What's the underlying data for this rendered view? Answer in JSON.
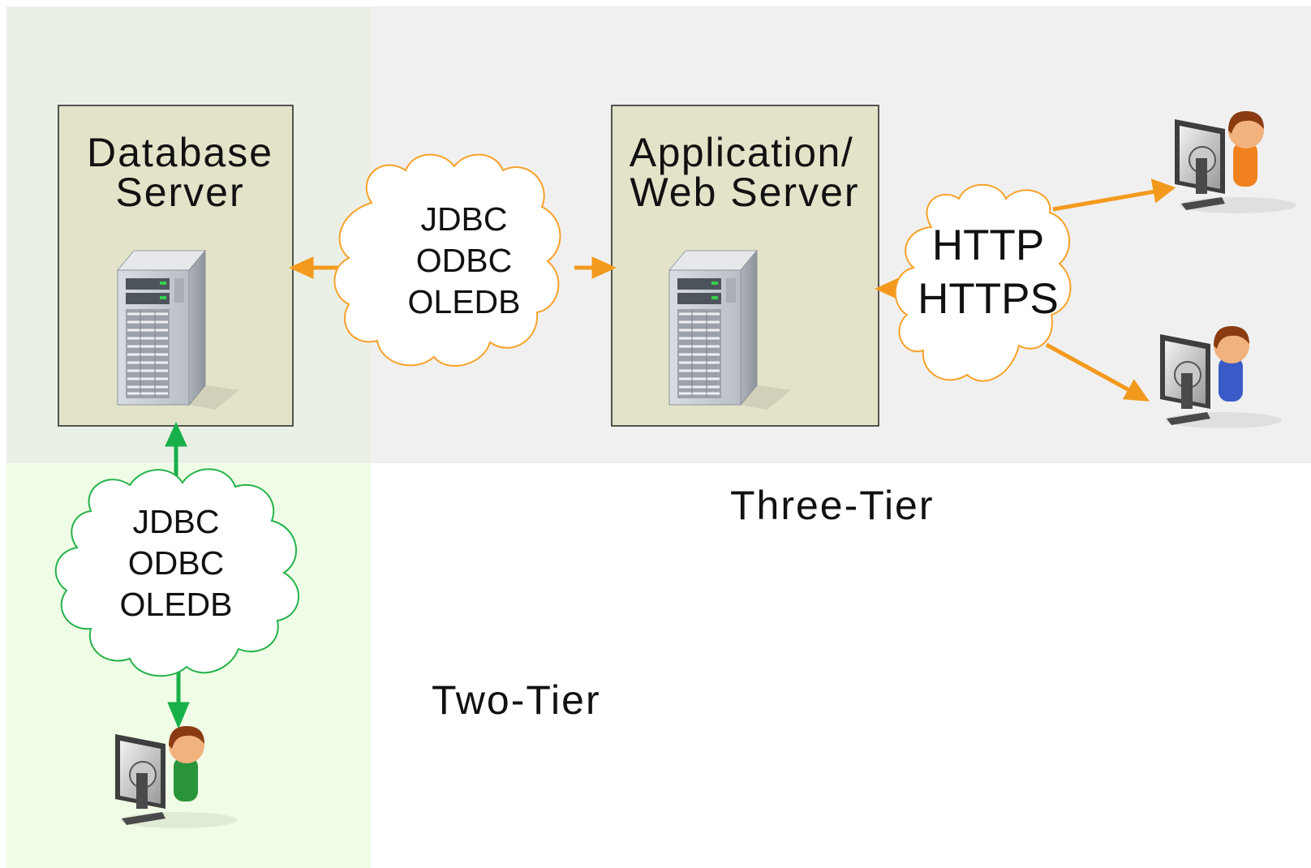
{
  "database_server": {
    "label_line1": "Database",
    "label_line2": "Server"
  },
  "app_server": {
    "label_line1": "Application/",
    "label_line2": "Web Server"
  },
  "cloud_db_app": {
    "lines": [
      "JDBC",
      "ODBC",
      "OLEDB"
    ]
  },
  "cloud_http": {
    "lines": [
      "HTTP",
      "HTTPS"
    ]
  },
  "cloud_two_tier": {
    "lines": [
      "JDBC",
      "ODBC",
      "OLEDB"
    ]
  },
  "three_tier_label": "Three-Tier",
  "two_tier_label": "Two-Tier",
  "colors": {
    "three_tier_region": "#f0f0f0",
    "overlap_region": "#ebf0e6",
    "two_tier_region": "#f0fde6",
    "server_box": "#e3e3c9",
    "orange_arrow": "#f39a1e",
    "green_arrow": "#17b04a",
    "orange_cloud_stroke": "#f7a22a",
    "green_cloud_stroke": "#25b24b"
  },
  "icons": [
    "server-tower-icon",
    "user-at-computer-icon"
  ]
}
